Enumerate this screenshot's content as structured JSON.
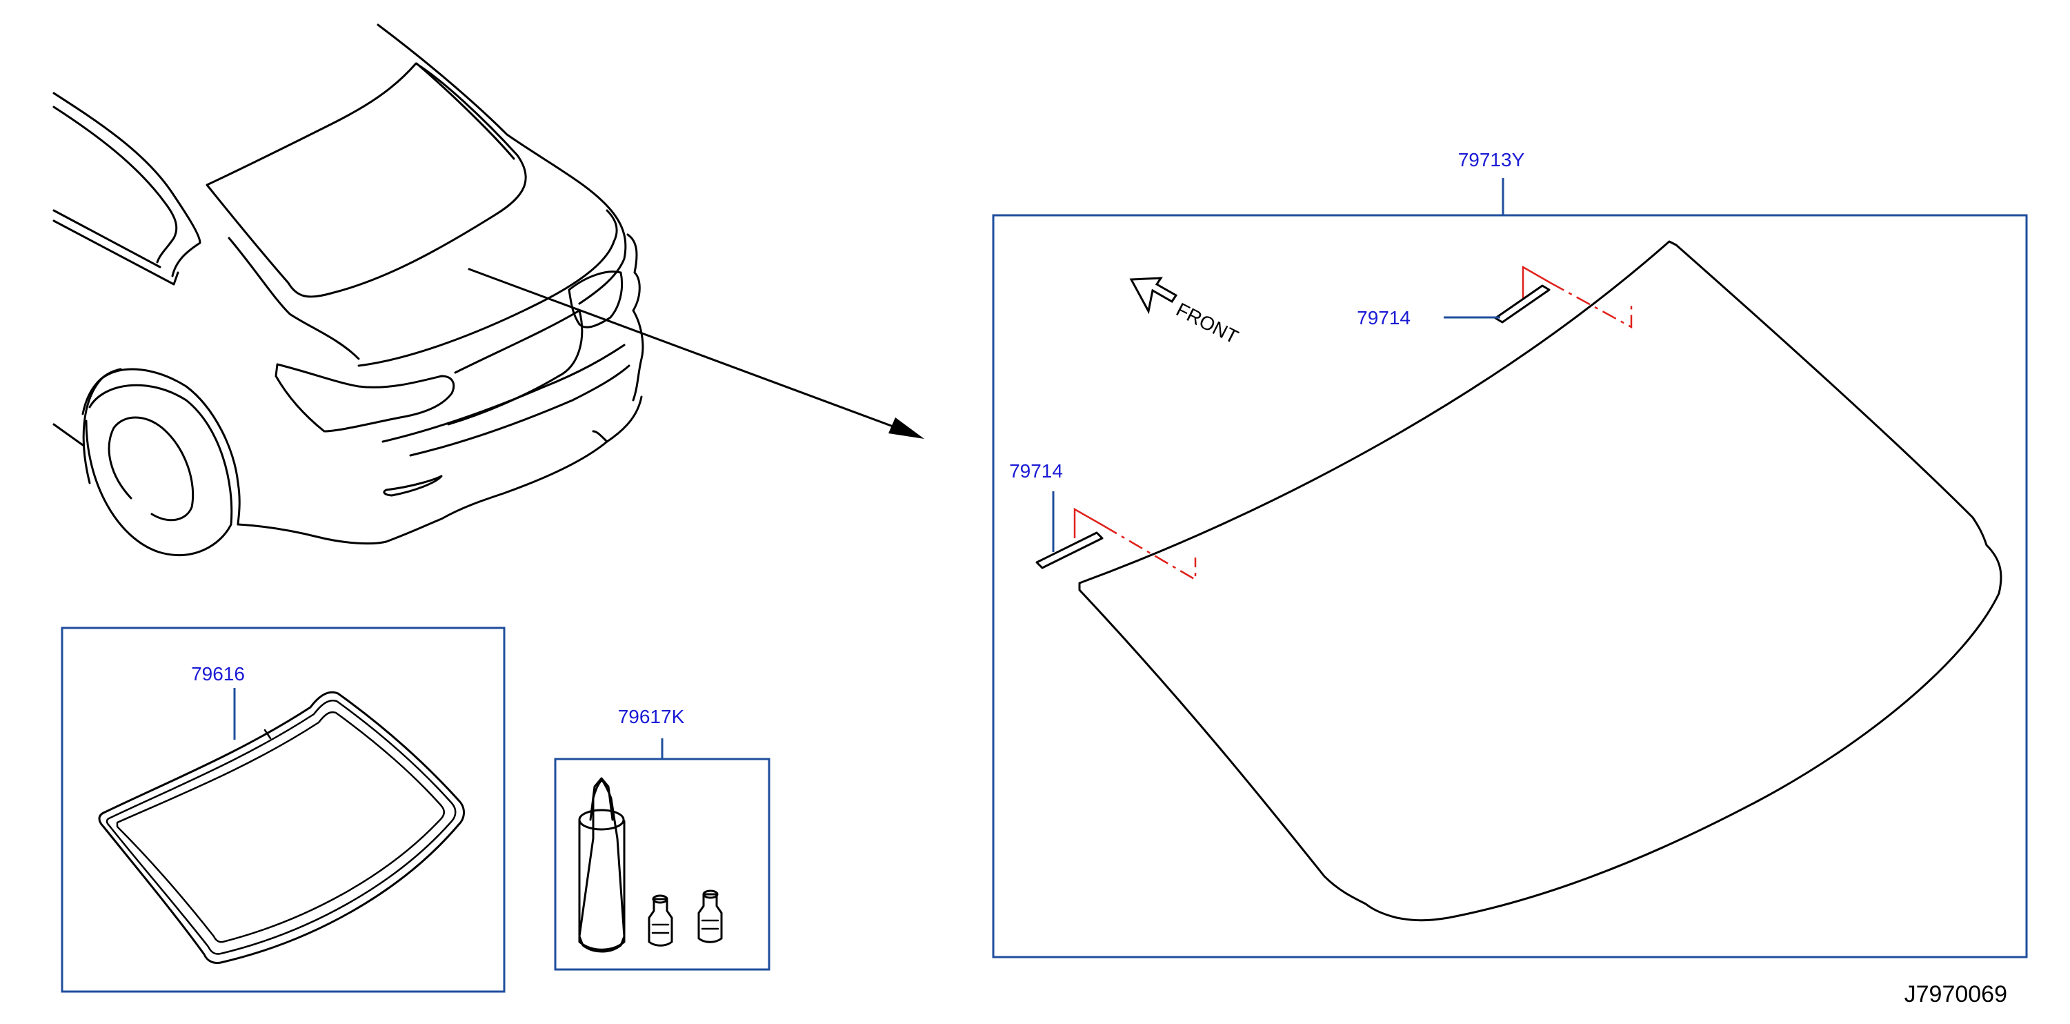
{
  "labels": {
    "windshield": "79713Y",
    "clip_right": "79714",
    "clip_left": "79714",
    "front": "FRONT",
    "molding": "79616",
    "adhesive_kit": "79617K",
    "drawing_code": "J7970069"
  },
  "colors": {
    "label": "#1a1ad6",
    "frame": "#1f4e9c",
    "callout": "#e0201a",
    "line": "#000000"
  },
  "icons": {
    "front_arrow": "outline-arrow-up-left",
    "pointer_arrow": "solid-arrowhead"
  }
}
